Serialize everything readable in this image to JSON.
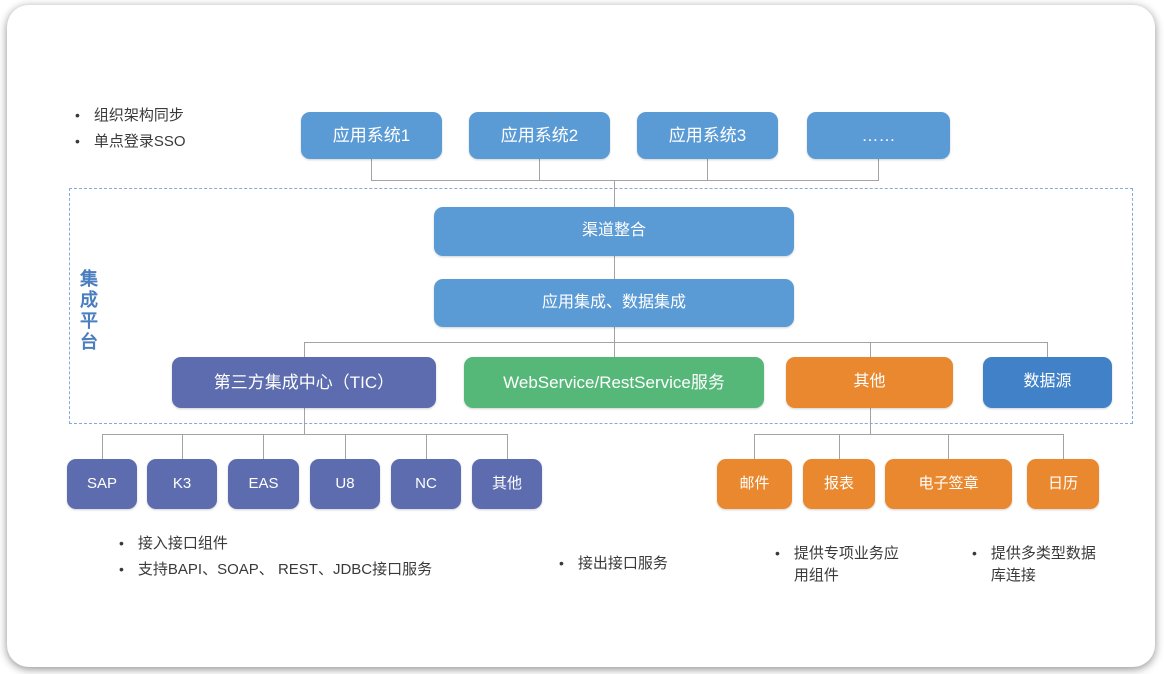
{
  "top_notes": {
    "items": [
      {
        "text": "组织架构同步"
      },
      {
        "text": "单点登录SSO"
      }
    ]
  },
  "app_systems": [
    {
      "label": "应用系统1"
    },
    {
      "label": "应用系统2"
    },
    {
      "label": "应用系统3"
    },
    {
      "label": "……"
    }
  ],
  "platform": {
    "side_label": "集成平台",
    "channel_label": "渠道整合",
    "integration_label": "应用集成、数据集成",
    "services": [
      {
        "label": "第三方集成中心（TIC）"
      },
      {
        "label": "WebService/RestService服务"
      },
      {
        "label": "其他"
      },
      {
        "label": "数据源"
      }
    ]
  },
  "tic_systems": [
    {
      "label": "SAP"
    },
    {
      "label": "K3"
    },
    {
      "label": "EAS"
    },
    {
      "label": "U8"
    },
    {
      "label": "NC"
    },
    {
      "label": "其他"
    }
  ],
  "other_components": [
    {
      "label": "邮件"
    },
    {
      "label": "报表"
    },
    {
      "label": "电子签章"
    },
    {
      "label": "日历"
    }
  ],
  "bottom_notes": {
    "tic_group": [
      {
        "text": "接入接口组件"
      },
      {
        "text": "支持BAPI、SOAP、 REST、JDBC接口服务"
      }
    ],
    "webservice_group": [
      {
        "text": "接出接口服务"
      }
    ],
    "other_group": [
      {
        "text": "提供专项业务应用组件"
      }
    ],
    "datasource_group": [
      {
        "text": "提供多类型数据库连接"
      }
    ]
  },
  "colors": {
    "app_blue": "#5B9BD5",
    "tic_purple": "#5D6CAE",
    "service_green": "#55B878",
    "other_orange": "#E9882F",
    "datasource_blue": "#4181C8",
    "platform_label_blue": "#4A7EBE",
    "connector_gray": "#A3A3A3",
    "dashed_border_blue": "#85A9DD"
  }
}
